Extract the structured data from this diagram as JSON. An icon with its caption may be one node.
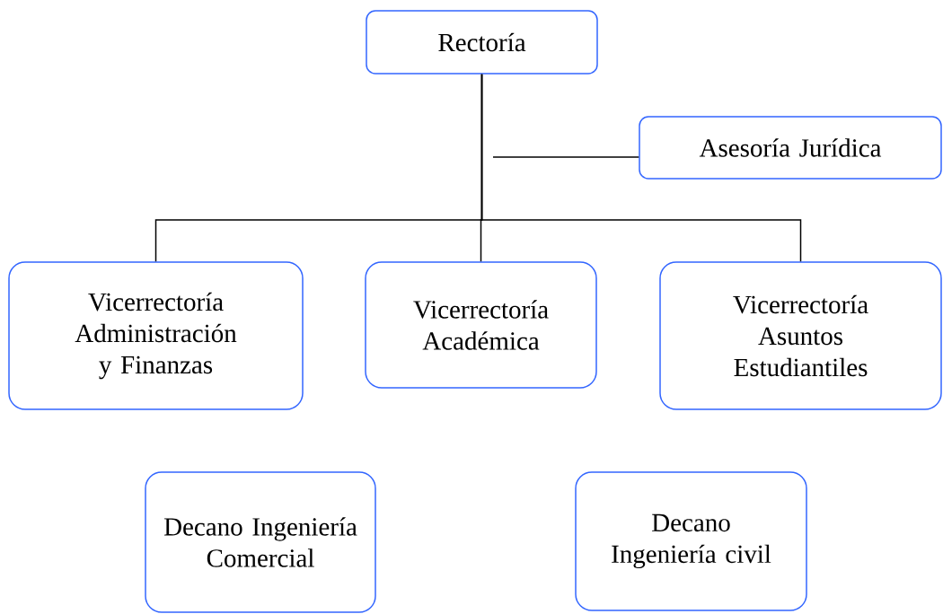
{
  "diagram": {
    "nodes": [
      {
        "text": [
          "Rectoría"
        ]
      },
      {
        "text": [
          "Asesoría Jurídica"
        ]
      },
      {
        "text": [
          "Vicerrectoría Administración y Finanzas"
        ]
      },
      {
        "text": [
          "Vicerrectoría Académica"
        ]
      },
      {
        "text": [
          "Vicerrectoría Asuntos Estudiantiles"
        ]
      },
      {
        "text": [
          "Decano Ingeniería Comercial"
        ]
      },
      {
        "text": [
          "Decano Ingeniería civil"
        ]
      }
    ],
    "edges": [
      {
        "from": 0,
        "to": 2,
        "arrow": "none"
      },
      {
        "from": 0,
        "to": 3,
        "arrow": "none"
      },
      {
        "from": 0,
        "to": 4,
        "arrow": "none"
      },
      {
        "from": 1,
        "to": null,
        "arrow": "none"
      }
    ]
  }
}
